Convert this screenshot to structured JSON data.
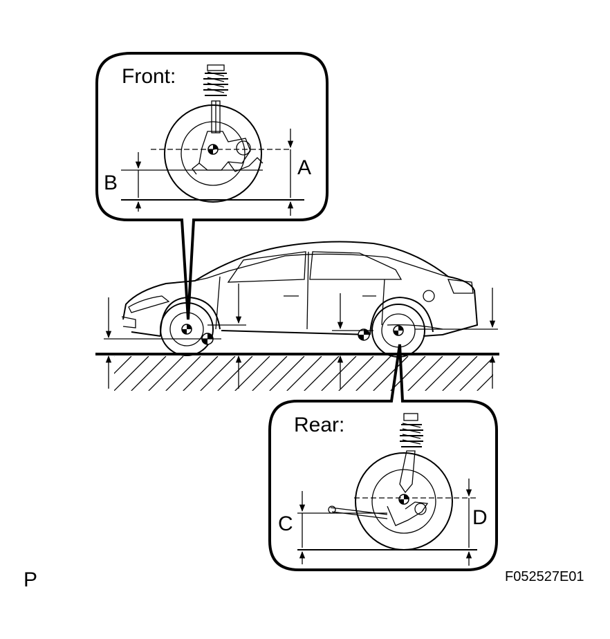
{
  "front_callout": {
    "title": "Front:",
    "label_a": "A",
    "label_b": "B"
  },
  "rear_callout": {
    "title": "Rear:",
    "label_c": "C",
    "label_d": "D"
  },
  "corner_letter": "P",
  "figure_code": "F052527E01"
}
